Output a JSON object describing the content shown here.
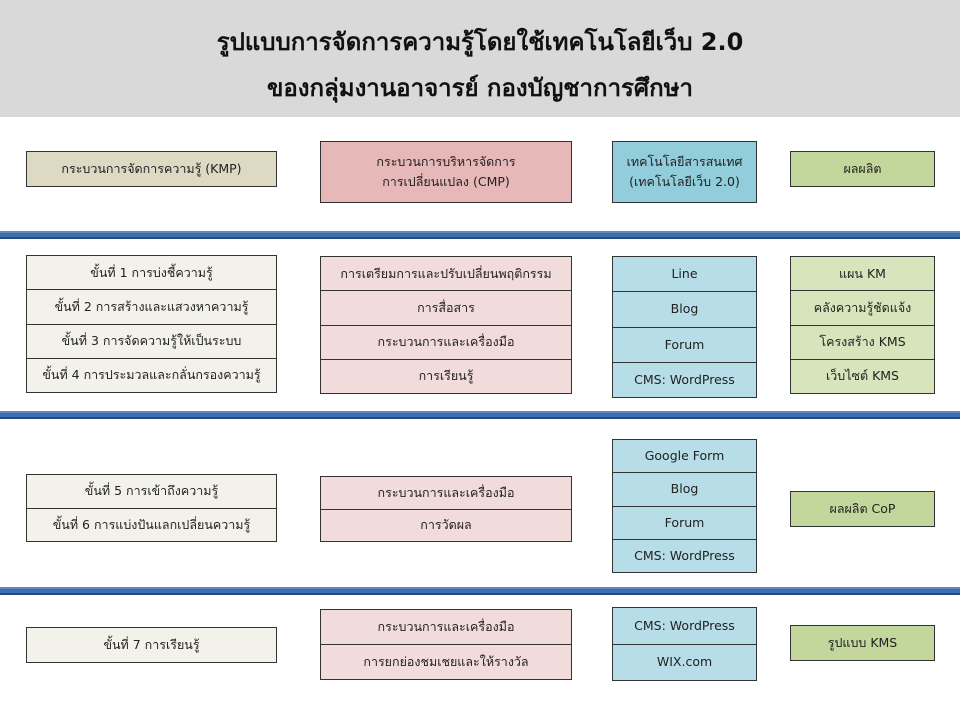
{
  "title": {
    "line1": "รูปแบบการจัดการความรู้โดยใช้เทคโนโลยีเว็บ  2.0",
    "line2": "ของกลุ่มงานอาจารย์ กองบัญชาการศึกษา"
  },
  "colors": {
    "kmp_header": "#ddd9c3",
    "kmp_row": "#f3f2ea",
    "cmp_header": "#e6b8b7",
    "cmp_row": "#f2dcdb",
    "ict_header": "#92cddc",
    "ict_row": "#b7dde8",
    "output_header": "#c3d69b",
    "output_row": "#d7e4bc",
    "divider": "#3f6fa8",
    "title_band": "#d9d9d9"
  },
  "headers": {
    "kmp": [
      "กระบวนการจัดการความรู้ (KMP)"
    ],
    "cmp": [
      "กระบวนการบริหารจัดการ\nการเปลี่ยนแปลง (CMP)"
    ],
    "ict": [
      "เทคโนโลยีสารสนเทศ\n(เทคโนโลยีเว็บ 2.0)"
    ],
    "output": [
      "ผลผลิต"
    ]
  },
  "section1": {
    "kmp": [
      "ขั้นที่ 1 การบ่งชี้ความรู้",
      "ขั้นที่ 2 การสร้างและแสวงหาความรู้",
      "ขั้นที่ 3 การจัดความรู้ให้เป็นระบบ",
      "ขั้นที่ 4 การประมวลและกลั่นกรองความรู้"
    ],
    "cmp": [
      "การเตรียมการและปรับเปลี่ยนพฤติกรรม",
      "การสื่อสาร",
      "กระบวนการและเครื่องมือ",
      "การเรียนรู้"
    ],
    "ict": [
      "Line",
      "Blog",
      "Forum",
      "CMS: WordPress"
    ],
    "output": [
      "แผน KM",
      "คลังความรู้ชัดแจ้ง",
      "โครงสร้าง KMS",
      "เว็บไซต์ KMS"
    ]
  },
  "section2": {
    "kmp": [
      "ขั้นที่ 5 การเข้าถึงความรู้",
      "ขั้นที่ 6 การแบ่งปันแลกเปลี่ยนความรู้"
    ],
    "cmp": [
      "กระบวนการและเครื่องมือ",
      "การวัดผล"
    ],
    "ict": [
      "Google Form",
      "Blog",
      "Forum",
      "CMS: WordPress"
    ],
    "output": [
      "ผลผลิต CoP"
    ]
  },
  "section3": {
    "kmp": [
      "ขั้นที่ 7 การเรียนรู้"
    ],
    "cmp": [
      "กระบวนการและเครื่องมือ",
      "การยกย่องชมเชยและให้รางวัล"
    ],
    "ict": [
      "CMS: WordPress",
      "WIX.com"
    ],
    "output": [
      "รูปแบบ KMS"
    ]
  }
}
